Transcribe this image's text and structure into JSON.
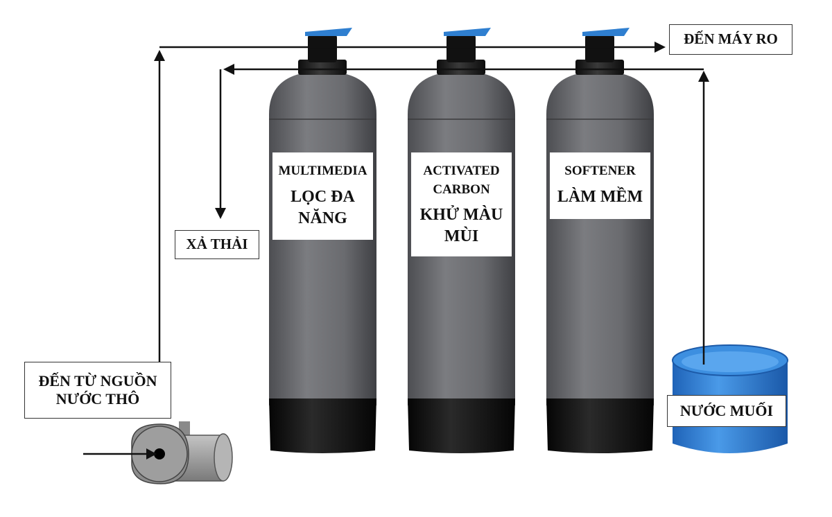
{
  "labels": {
    "outlet_ro": "ĐẾN MÁY RO",
    "drain": "XẢ THẢI",
    "source_line1": "ĐẾN TỪ NGUỒN",
    "source_line2": "NƯỚC THÔ",
    "brine": "NƯỚC MUỐI"
  },
  "tanks": [
    {
      "en_line1": "MULTIMEDIA",
      "en_line2": "",
      "vi_line1": "LỌC ĐA",
      "vi_line2": "NĂNG"
    },
    {
      "en_line1": "ACTIVATED",
      "en_line2": "CARBON",
      "vi_line1": "KHỬ MÀU",
      "vi_line2": "MÙI"
    },
    {
      "en_line1": "SOFTENER",
      "en_line2": "",
      "vi_line1": "LÀM MỀM",
      "vi_line2": ""
    }
  ],
  "colors": {
    "tank_body": "#6e6f73",
    "tank_base": "#141414",
    "valve_cap": "#2f7fd0",
    "brine_tank": "#2f7fd8",
    "pipe": "#111111",
    "pump": "#9a9a9a"
  },
  "icons": {
    "pump": "pump-icon",
    "valve": "control-valve-icon",
    "brine_tank": "brine-tank-icon"
  }
}
